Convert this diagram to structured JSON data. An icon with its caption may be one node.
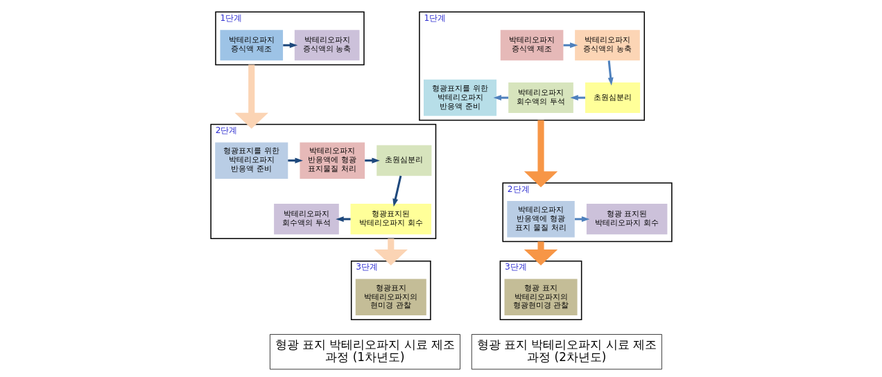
{
  "diagram": {
    "nodes": [
      {
        "text": [
          "1단계"
        ]
      },
      {
        "text": [
          "박테리오파지 증식액 제조"
        ],
        "in": 0
      },
      {
        "text": [
          "박테리오파지 증식액의 농축"
        ],
        "in": 0
      },
      {
        "text": [
          "2단계"
        ]
      },
      {
        "text": [
          "형광표지를 위한 박테리오파지 반응액 준비"
        ],
        "in": 3
      },
      {
        "text": [
          "박테리오파지 반응액에 형광 표지물질 처리"
        ],
        "in": 3
      },
      {
        "text": [
          "초원심분리"
        ],
        "in": 3
      },
      {
        "text": [
          "형광표지된 박테리오파지 회수"
        ],
        "in": 3
      },
      {
        "text": [
          "박테리오파지 회수액의 투석"
        ],
        "in": 3
      },
      {
        "text": [
          "3단계"
        ]
      },
      {
        "text": [
          "형광표지 박테리오파지의 현미경 관찰"
        ],
        "in": 9
      },
      {
        "text": [
          "1단계"
        ]
      },
      {
        "text": [
          "박테리오파지 증식액 제조"
        ],
        "in": 11
      },
      {
        "text": [
          "박테리오파지 증식액의 농축"
        ],
        "in": 11
      },
      {
        "text": [
          "초원심분리"
        ],
        "in": 11
      },
      {
        "text": [
          "박테리오파지 회수액의 투석"
        ],
        "in": 11
      },
      {
        "text": [
          "형광표지를 위한 박테리오파지 반응액 준비"
        ],
        "in": 11
      },
      {
        "text": [
          "2단계"
        ]
      },
      {
        "text": [
          "박테리오파지 반응액에 형광 표지 물질 처리"
        ],
        "in": 17
      },
      {
        "text": [
          "형광 표지된 박테리오파지 회수"
        ],
        "in": 17
      },
      {
        "text": [
          "3단계"
        ]
      },
      {
        "text": [
          "형광 표지 박테리오파지의 형광현미경 관찰"
        ],
        "in": 20
      },
      {
        "text": [
          "형광 표지 박테리오파지 시료 제조 과정 (1차년도)"
        ]
      },
      {
        "text": [
          "형광 표지 박테리오파지 시료 제조 과정 (2차년도)"
        ]
      }
    ],
    "edges": [
      {
        "from": 1,
        "to": 2,
        "arrow": "to",
        "color": "#1f497d"
      },
      {
        "from": 0,
        "to": 3,
        "arrow": "to",
        "style": "thick",
        "color": "#fbd4b4"
      },
      {
        "from": 4,
        "to": 5,
        "arrow": "to",
        "color": "#1f497d"
      },
      {
        "from": 5,
        "to": 6,
        "arrow": "to",
        "color": "#1f497d"
      },
      {
        "from": 6,
        "to": 7,
        "arrow": "to",
        "color": "#1f497d"
      },
      {
        "from": 7,
        "to": 8,
        "arrow": "to",
        "color": "#1f497d"
      },
      {
        "from": 3,
        "to": 9,
        "arrow": "to",
        "style": "thick",
        "color": "#fbd4b4"
      },
      {
        "from": 12,
        "to": 13,
        "arrow": "to",
        "color": "#4f81bd"
      },
      {
        "from": 13,
        "to": 14,
        "arrow": "to",
        "color": "#4f81bd"
      },
      {
        "from": 14,
        "to": 15,
        "arrow": "to",
        "color": "#4f81bd"
      },
      {
        "from": 15,
        "to": 16,
        "arrow": "to",
        "color": "#4f81bd"
      },
      {
        "from": 11,
        "to": 17,
        "arrow": "to",
        "style": "thick",
        "color": "#f79646"
      },
      {
        "from": 18,
        "to": 19,
        "arrow": "to",
        "color": "#4f81bd"
      },
      {
        "from": 17,
        "to": 20,
        "arrow": "to",
        "style": "thick",
        "color": "#f79646"
      }
    ]
  }
}
